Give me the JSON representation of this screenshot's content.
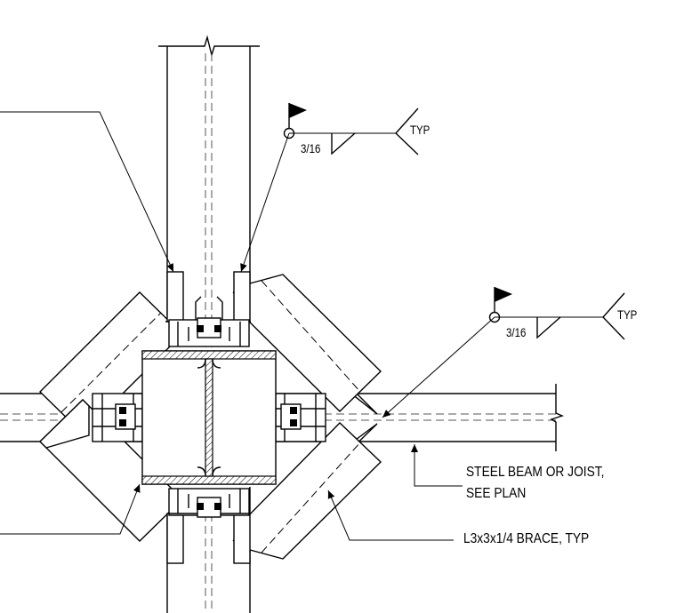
{
  "weld_symbols": [
    {
      "size": "3/16",
      "tail": "TYP"
    },
    {
      "size": "3/16",
      "tail": "TYP"
    }
  ],
  "callouts": {
    "beam_line1": "STEEL BEAM OR JOIST,",
    "beam_line2": "SEE PLAN",
    "brace": "L3x3x1/4 BRACE, TYP"
  }
}
